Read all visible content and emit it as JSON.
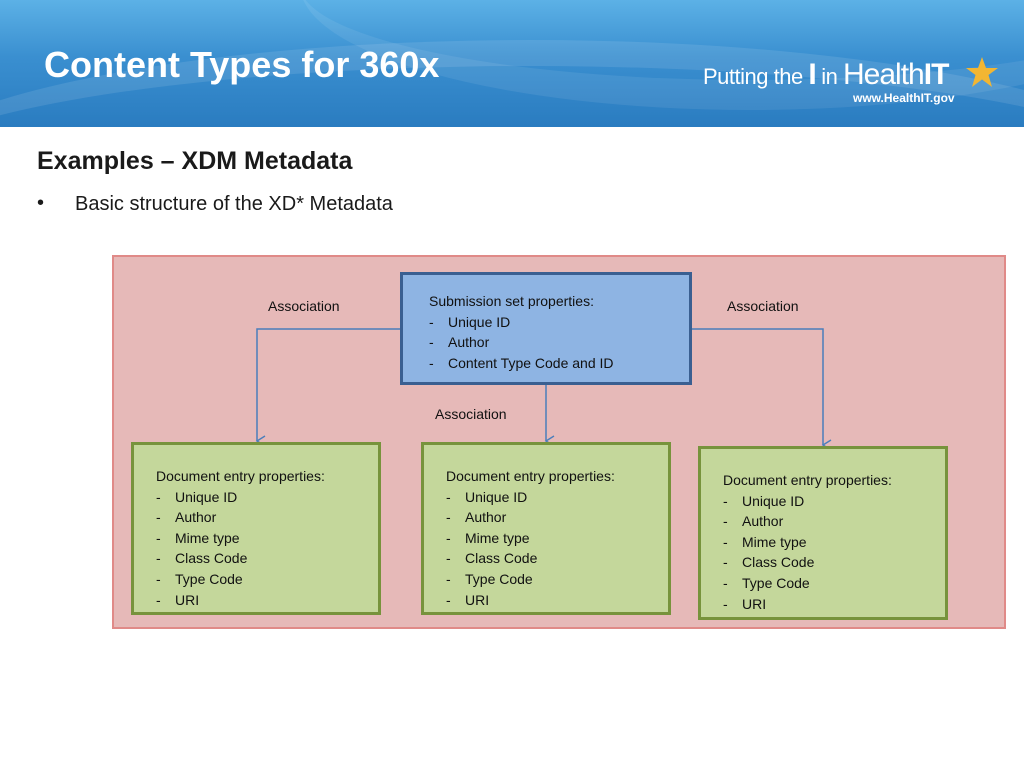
{
  "slide": {
    "title": "Content Types for 360x",
    "subtitle": "Examples – XDM Metadata",
    "bullets": [
      {
        "marker": "•",
        "text": "Basic structure of the XD* Metadata"
      }
    ]
  },
  "logo": {
    "text_prefix": "Putting the ",
    "text_i": "I",
    "text_in": " in ",
    "text_health": "Health",
    "text_it": "IT",
    "url": "www.HealthIT.gov",
    "star_color": "#f2b632"
  },
  "diagram": {
    "submission_set": {
      "heading": "Submission set properties:",
      "items": [
        "Unique ID",
        "Author",
        "Content Type Code and ID"
      ]
    },
    "associations": {
      "left": "Association",
      "center": "Association",
      "right": "Association"
    },
    "document_entries": [
      {
        "heading": "Document entry  properties:",
        "items": [
          "Unique ID",
          "Author",
          "Mime type",
          "Class Code",
          "Type Code",
          "URI"
        ]
      },
      {
        "heading": "Document entry  properties:",
        "items": [
          "Unique ID",
          "Author",
          "Mime type",
          "Class Code",
          "Type Code",
          "URI"
        ]
      },
      {
        "heading": "Document entry  properties:",
        "items": [
          "Unique ID",
          "Author",
          "Mime type",
          "Class Code",
          "Type Code",
          "URI"
        ]
      }
    ],
    "list_marker": "-",
    "colors": {
      "panel_fill": "#e6b9b8",
      "panel_border": "#e08a88",
      "submission_fill": "#8eb4e3",
      "submission_border": "#3a5f91",
      "document_fill": "#c4d79b",
      "document_border": "#77933c",
      "connector": "#4a7ebb"
    }
  }
}
